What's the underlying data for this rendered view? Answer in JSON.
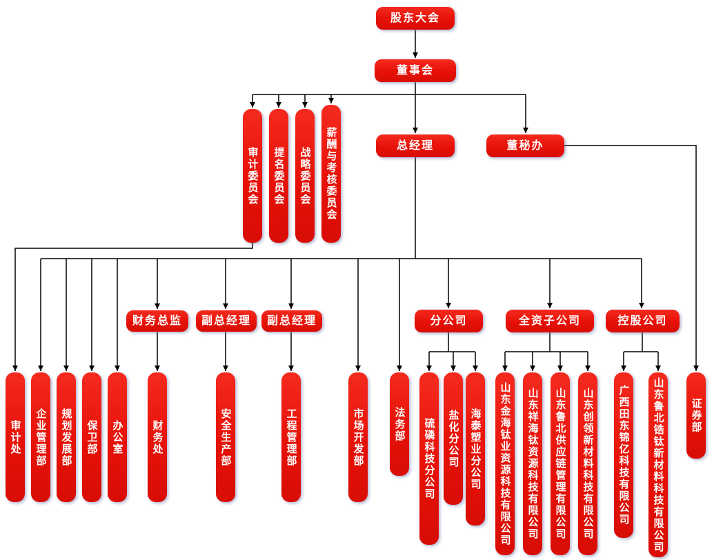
{
  "colors": {
    "box_fill": "#e61108",
    "box_text": "#ffffff",
    "connector_line": "#000000",
    "background": "#ffffff"
  },
  "nodes": {
    "shareholders_meeting": "股东大会",
    "board_of_directors": "董事会",
    "audit_committee": "审计委员会",
    "nomination_committee": "提名委员会",
    "strategy_committee": "战略委员会",
    "remuneration_committee": "薪酬与考核委员会",
    "general_manager": "总经理",
    "board_secretary_office": "董秘办",
    "audit_office": "审计处",
    "enterprise_management_dept": "企业管理部",
    "planning_development_dept": "规划发展部",
    "security_dept": "保卫部",
    "general_office": "办公室",
    "cfo": "财务总监",
    "finance_office": "财务处",
    "deputy_gm_1": "副总经理",
    "safety_production_dept": "安全生产部",
    "deputy_gm_2": "副总经理",
    "engineering_management_dept": "工程管理部",
    "market_development_dept": "市场开发部",
    "legal_dept": "法务部",
    "branch_companies": "分公司",
    "sulfur_phosphorus_branch": "硫磷科技分公司",
    "salt_chemical_branch": "盐化分公司",
    "haitai_plastics_branch": "海泰塑业分公司",
    "wholly_owned_subsidiaries": "全资子公司",
    "jinhai_titanium_company": "山东金海钛业资源科技有限公司",
    "xianghai_titanium_company": "山东祥海钛资源科技有限公司",
    "lubei_supply_chain_company": "山东鲁北供应链管理有限公司",
    "chuangling_materials_company": "山东创领新材料科技有限公司",
    "holding_companies": "控股公司",
    "guangxi_jinyi_company": "广西田东锦亿科技有限公司",
    "lubei_zirconium_company": "山东鲁北锆钛新材料科技有限公司",
    "securities_dept": "证券部"
  },
  "edges": [
    [
      "shareholders_meeting",
      "board_of_directors"
    ],
    [
      "board_of_directors",
      "audit_committee"
    ],
    [
      "board_of_directors",
      "nomination_committee"
    ],
    [
      "board_of_directors",
      "strategy_committee"
    ],
    [
      "board_of_directors",
      "remuneration_committee"
    ],
    [
      "board_of_directors",
      "general_manager"
    ],
    [
      "board_of_directors",
      "board_secretary_office"
    ],
    [
      "audit_committee",
      "audit_office"
    ],
    [
      "board_secretary_office",
      "securities_dept"
    ],
    [
      "general_manager",
      "enterprise_management_dept"
    ],
    [
      "general_manager",
      "planning_development_dept"
    ],
    [
      "general_manager",
      "security_dept"
    ],
    [
      "general_manager",
      "general_office"
    ],
    [
      "general_manager",
      "cfo"
    ],
    [
      "general_manager",
      "deputy_gm_1"
    ],
    [
      "general_manager",
      "deputy_gm_2"
    ],
    [
      "general_manager",
      "market_development_dept"
    ],
    [
      "general_manager",
      "legal_dept"
    ],
    [
      "general_manager",
      "branch_companies"
    ],
    [
      "general_manager",
      "wholly_owned_subsidiaries"
    ],
    [
      "general_manager",
      "holding_companies"
    ],
    [
      "cfo",
      "finance_office"
    ],
    [
      "deputy_gm_1",
      "safety_production_dept"
    ],
    [
      "deputy_gm_2",
      "engineering_management_dept"
    ],
    [
      "branch_companies",
      "sulfur_phosphorus_branch"
    ],
    [
      "branch_companies",
      "salt_chemical_branch"
    ],
    [
      "branch_companies",
      "haitai_plastics_branch"
    ],
    [
      "wholly_owned_subsidiaries",
      "jinhai_titanium_company"
    ],
    [
      "wholly_owned_subsidiaries",
      "xianghai_titanium_company"
    ],
    [
      "wholly_owned_subsidiaries",
      "lubei_supply_chain_company"
    ],
    [
      "wholly_owned_subsidiaries",
      "chuangling_materials_company"
    ],
    [
      "holding_companies",
      "guangxi_jinyi_company"
    ],
    [
      "holding_companies",
      "lubei_zirconium_company"
    ]
  ]
}
